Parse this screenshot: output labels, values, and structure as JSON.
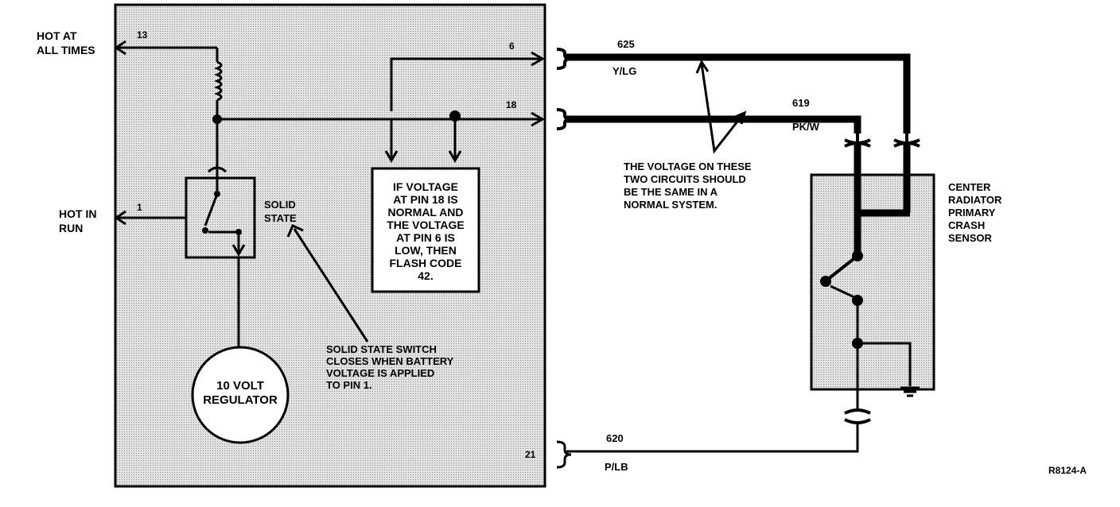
{
  "module": {
    "pins": {
      "p13": "13",
      "p6": "6",
      "p18": "18",
      "p1": "1",
      "p21": "21"
    },
    "hot_at_all_times": [
      "HOT AT",
      "ALL TIMES"
    ],
    "hot_in_run": [
      "HOT IN",
      "RUN"
    ],
    "solid_state": [
      "SOLID",
      "STATE"
    ],
    "regulator": [
      "10 VOLT",
      "REGULATOR"
    ],
    "flash_note": [
      "IF VOLTAGE",
      "AT PIN 18 IS",
      "NORMAL AND",
      "THE VOLTAGE",
      "AT PIN 6 IS",
      "LOW, THEN",
      "FLASH CODE",
      "42."
    ],
    "switch_note": [
      "SOLID STATE SWITCH",
      "CLOSES WHEN BATTERY",
      "VOLTAGE IS APPLIED",
      "TO PIN 1."
    ]
  },
  "circuits": {
    "c625": {
      "number": "625",
      "color": "Y/LG"
    },
    "c619": {
      "number": "619",
      "color": "PK/W"
    },
    "c620": {
      "number": "620",
      "color": "P/LB"
    }
  },
  "voltage_note": [
    "THE VOLTAGE ON THESE",
    "TWO CIRCUITS SHOULD",
    "BE THE SAME IN A",
    "NORMAL SYSTEM."
  ],
  "sensor": [
    "CENTER",
    "RADIATOR",
    "PRIMARY",
    "CRASH",
    "SENSOR"
  ],
  "figure_id": "R8124-A"
}
